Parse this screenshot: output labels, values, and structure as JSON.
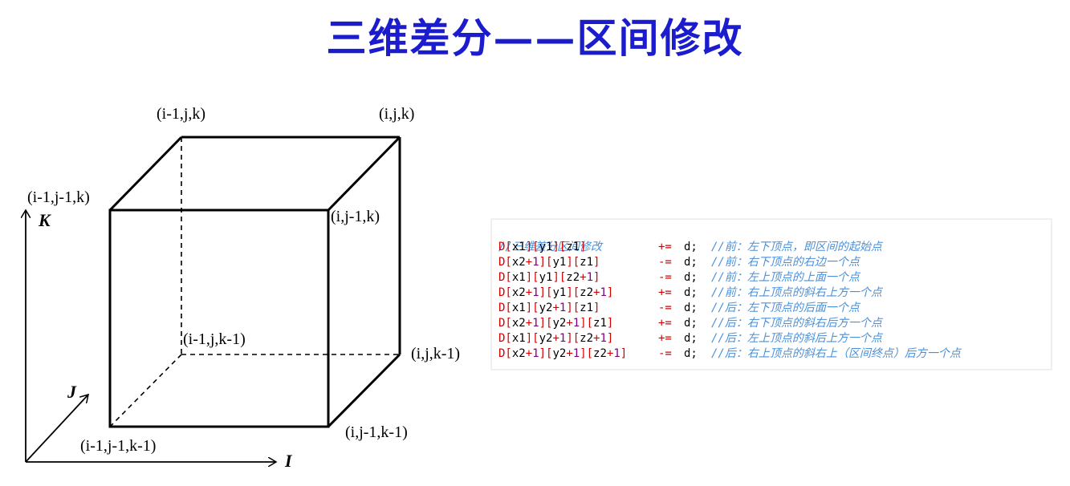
{
  "title": "三维差分——区间修改",
  "vertices": {
    "top_back_left": "(i-1,j,k)",
    "top_back_right": "(i,j,k)",
    "top_front_left": "(i-1,j-1,k)",
    "top_front_right": "(i,j-1,k)",
    "bottom_back_left": "(i-1,j,k-1)",
    "bottom_back_right": "(i,j,k-1)",
    "bottom_front_left": "(i-1,j-1,k-1)",
    "bottom_front_right": "(i,j-1,k-1)"
  },
  "axes": {
    "k": "K",
    "j": "J",
    "i": "I"
  },
  "code": {
    "header": "//三维差分区间修改",
    "lines": [
      {
        "parts": [
          "D[",
          "x1",
          "][",
          "y1",
          "][",
          "z1",
          "]"
        ],
        "op": "+=",
        "d": "d;",
        "comment": "//前：左下顶点，即区间的起始点"
      },
      {
        "parts": [
          "D[",
          "x2+1",
          "][",
          "y1",
          "][",
          "z1",
          "]"
        ],
        "op": "-=",
        "d": "d;",
        "comment": "//前：右下顶点的右边一个点"
      },
      {
        "parts": [
          "D[",
          "x1",
          "][",
          "y1",
          "][",
          "z2+1",
          "]"
        ],
        "op": "-=",
        "d": "d;",
        "comment": "//前：左上顶点的上面一个点"
      },
      {
        "parts": [
          "D[",
          "x2+1",
          "][",
          "y1",
          "][",
          "z2+1",
          "]"
        ],
        "op": "+=",
        "d": "d;",
        "comment": "//前：右上顶点的斜右上方一个点"
      },
      {
        "parts": [
          "D[",
          "x1",
          "][",
          "y2+1",
          "][",
          "z1",
          "]"
        ],
        "op": "-=",
        "d": "d;",
        "comment": "//后：左下顶点的后面一个点"
      },
      {
        "parts": [
          "D[",
          "x2+1",
          "][",
          "y2+1",
          "][",
          "z1",
          "]"
        ],
        "op": "+=",
        "d": "d;",
        "comment": "//后：右下顶点的斜右后方一个点"
      },
      {
        "parts": [
          "D[",
          "x1",
          "][",
          "y2+1",
          "][",
          "z2+1",
          "]"
        ],
        "op": "+=",
        "d": "d;",
        "comment": "//后：左上顶点的斜后上方一个点"
      },
      {
        "parts": [
          "D[",
          "x2+1",
          "][",
          "y2+1",
          "][",
          "z2+1",
          "]"
        ],
        "op": "-=",
        "d": "d;",
        "comment": "//后：右上顶点的斜右上（区间终点）后方一个点"
      }
    ]
  },
  "colors": {
    "title": "#1c1ccf",
    "comment": "#4a90d9",
    "bracket": "#d40000",
    "plus_one": "#800080"
  }
}
